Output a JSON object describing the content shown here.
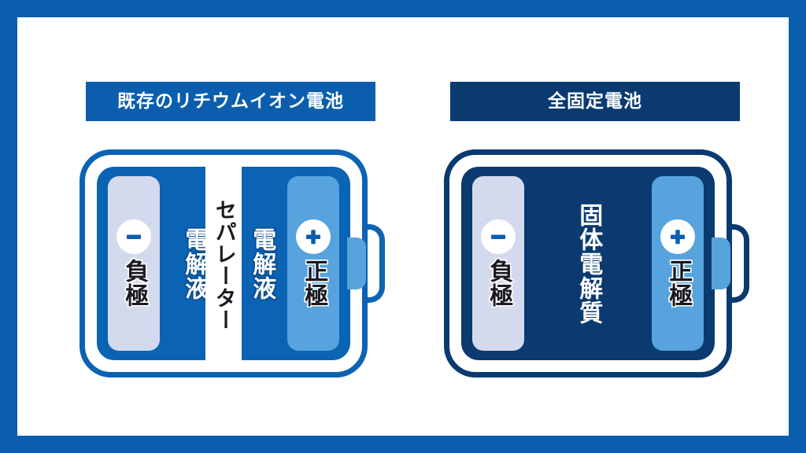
{
  "slide": {
    "border_color": "#0b5ead",
    "background_color": "#ffffff"
  },
  "panels": [
    {
      "id": "conventional-lithium-ion",
      "header": {
        "label": "既存のリチウムイオン電池",
        "background_color": "#0b5ead",
        "text_color": "#ffffff"
      },
      "battery": {
        "shell_color": "#0b63b3",
        "body_color": "#0b63b3",
        "has_separator": true,
        "anode": {
          "sign": "minus-sign",
          "label": "負極",
          "color": "#d4daee"
        },
        "cathode": {
          "sign": "plus-sign",
          "label": "正極",
          "color": "#56a3dd"
        },
        "electrolyte_left_label": "電解液",
        "electrolyte_right_label": "電解液",
        "separator_label": "セパレーター"
      }
    },
    {
      "id": "all-solid-state",
      "header": {
        "label": "全固定電池",
        "background_color": "#0a3a70",
        "text_color": "#ffffff"
      },
      "battery": {
        "shell_color": "#0a3a70",
        "body_color": "#0a3a70",
        "has_separator": false,
        "anode": {
          "sign": "minus-sign",
          "label": "負極",
          "color": "#d4daee"
        },
        "cathode": {
          "sign": "plus-sign",
          "label": "正極",
          "color": "#56a3dd"
        },
        "solid_electrolyte_label": "固体電解質"
      }
    }
  ]
}
